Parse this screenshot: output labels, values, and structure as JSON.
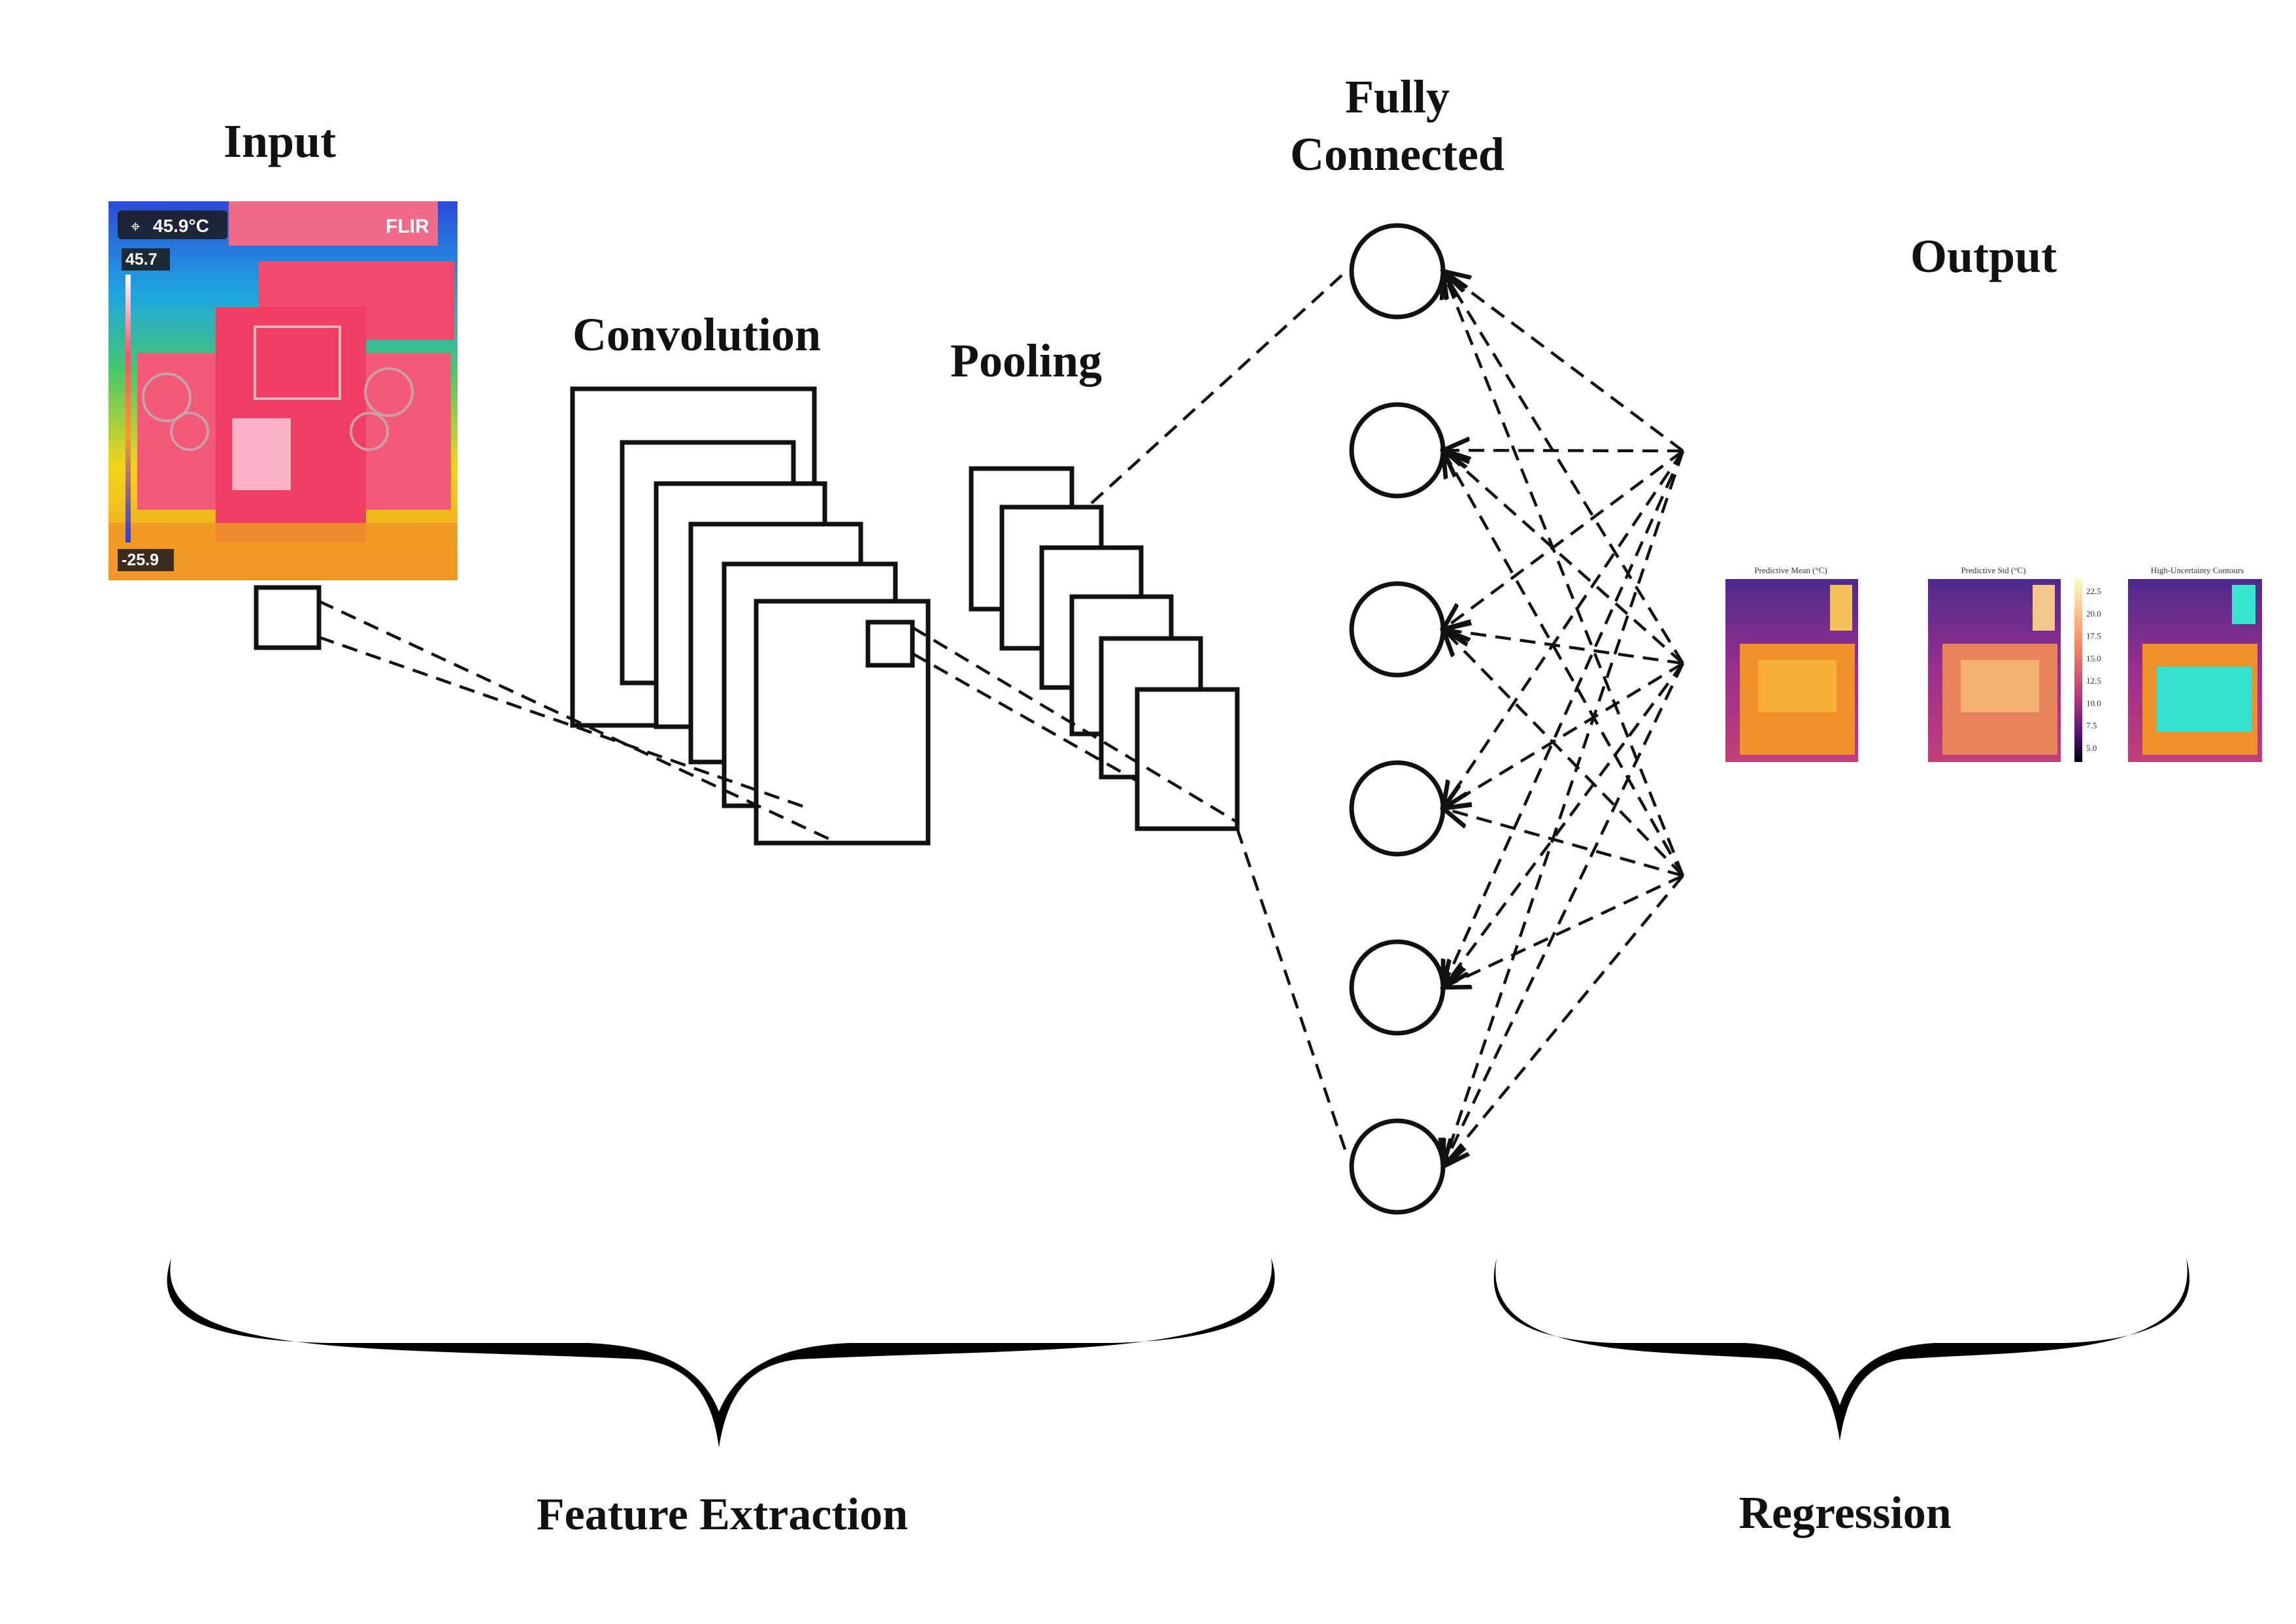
{
  "labels": {
    "input": "Input",
    "convolution": "Convolution",
    "pooling": "Pooling",
    "fully_connected_line1": "Fully",
    "fully_connected_line2": "Connected",
    "output": "Output",
    "feature_extraction": "Feature Extraction",
    "regression": "Regression"
  },
  "input_image": {
    "spot_temperature": "45.9°C",
    "brand": "FLIR",
    "scale_max": "45.7",
    "scale_min": "-25.9"
  },
  "output_panels": [
    {
      "title": "Predictive Mean (°C)"
    },
    {
      "title": "Predictive Std (°C)"
    },
    {
      "title": "High-Uncertainty Contours"
    }
  ],
  "colorbar_ticks": [
    "22.5",
    "20.0",
    "17.5",
    "15.0",
    "12.5",
    "10.0",
    "7.5",
    "5.0"
  ],
  "network": {
    "fully_connected_nodes": 6,
    "regression_outputs": 3
  }
}
